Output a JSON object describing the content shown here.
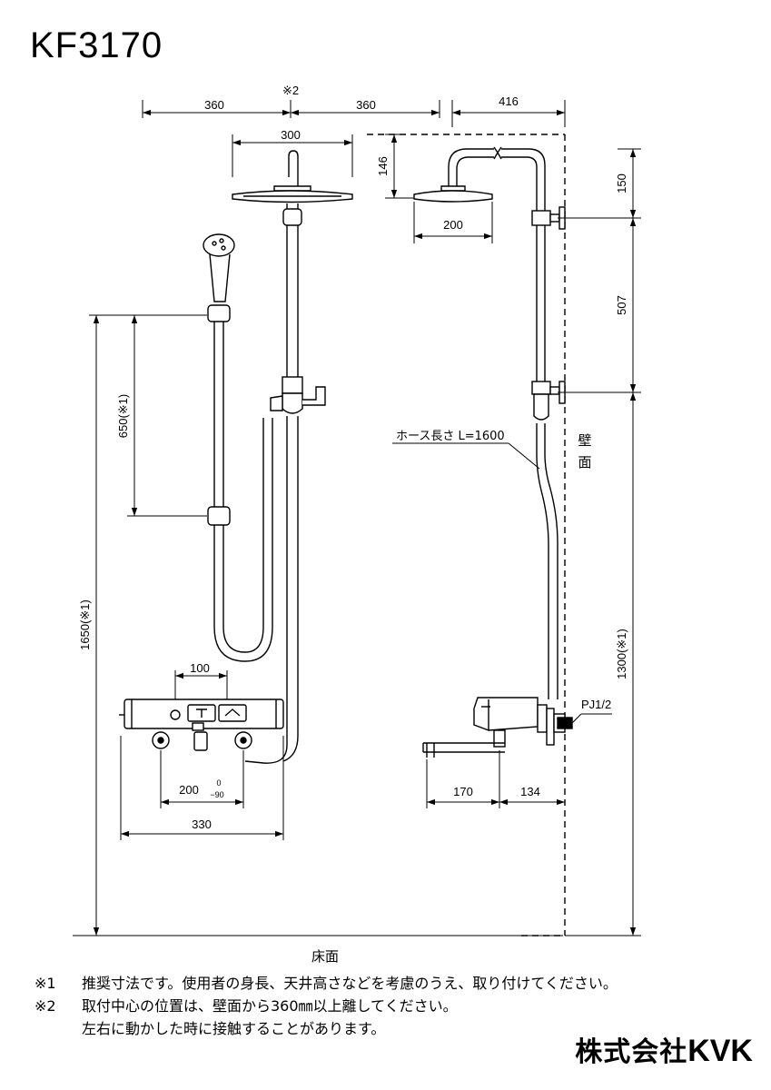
{
  "title": "KF3170",
  "front_view": {
    "mark2": "※2",
    "dim_left_360": "360",
    "dim_right_360": "360",
    "dim_head_300": "300",
    "dim_650": "650(※1)",
    "dim_1650": "1650(※1)",
    "dim_100": "100",
    "dim_200": "200",
    "tol_upper": "0",
    "tol_lower": "−90",
    "dim_330": "330"
  },
  "side_view": {
    "dim_416": "416",
    "dim_146": "146",
    "dim_200": "200",
    "dim_150": "150",
    "dim_507": "507",
    "dim_1300": "1300(※1)",
    "hose_label": "ホース長さ L=1600",
    "wall_label_1": "壁",
    "wall_label_2": "面",
    "pj_label": "PJ1/2",
    "dim_170": "170",
    "dim_134": "134"
  },
  "floor_label": "床面",
  "notes": [
    {
      "mark": "※1",
      "text": "推奨寸法です。使用者の身長、天井高さなどを考慮のうえ、取り付けてください。"
    },
    {
      "mark": "※2",
      "text": "取付中心の位置は、壁面から360㎜以上離してください。"
    },
    {
      "mark": "",
      "text": "左右に動かした時に接触することがあります。"
    }
  ],
  "brand": {
    "prefix": "株式会社",
    "name": "KVK"
  }
}
